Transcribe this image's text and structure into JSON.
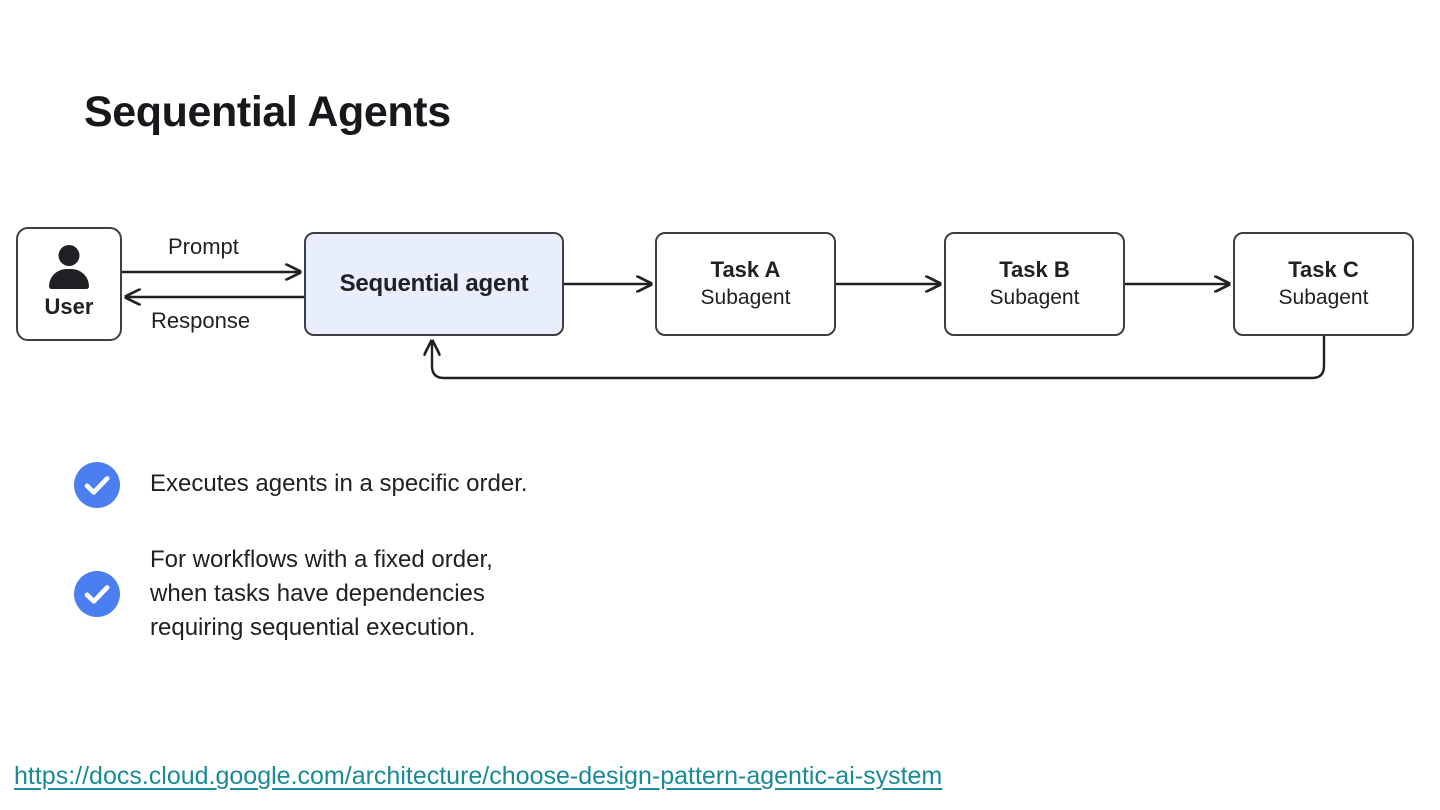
{
  "slide": {
    "title": "Sequential Agents"
  },
  "diagram": {
    "user": {
      "label": "User",
      "icon": "person-icon"
    },
    "agent": {
      "label": "Sequential agent"
    },
    "edge_labels": {
      "prompt": "Prompt",
      "response": "Response"
    },
    "tasks": [
      {
        "title": "Task A",
        "subtitle": "Subagent"
      },
      {
        "title": "Task B",
        "subtitle": "Subagent"
      },
      {
        "title": "Task C",
        "subtitle": "Subagent"
      }
    ]
  },
  "bullets": [
    {
      "icon": "check-circle-icon",
      "lines": [
        "Executes agents in a specific order."
      ]
    },
    {
      "icon": "check-circle-icon",
      "lines": [
        "For workflows with a fixed order,",
        "when tasks have dependencies",
        "requiring sequential execution."
      ]
    }
  ],
  "source": {
    "url": "https://docs.cloud.google.com/architecture/choose-design-pattern-agentic-ai-system"
  },
  "colors": {
    "accent_blue": "#4a7ef1",
    "agent_box_fill": "#e8eefb",
    "link_teal": "#1a8a96",
    "stroke": "#3c4043"
  }
}
